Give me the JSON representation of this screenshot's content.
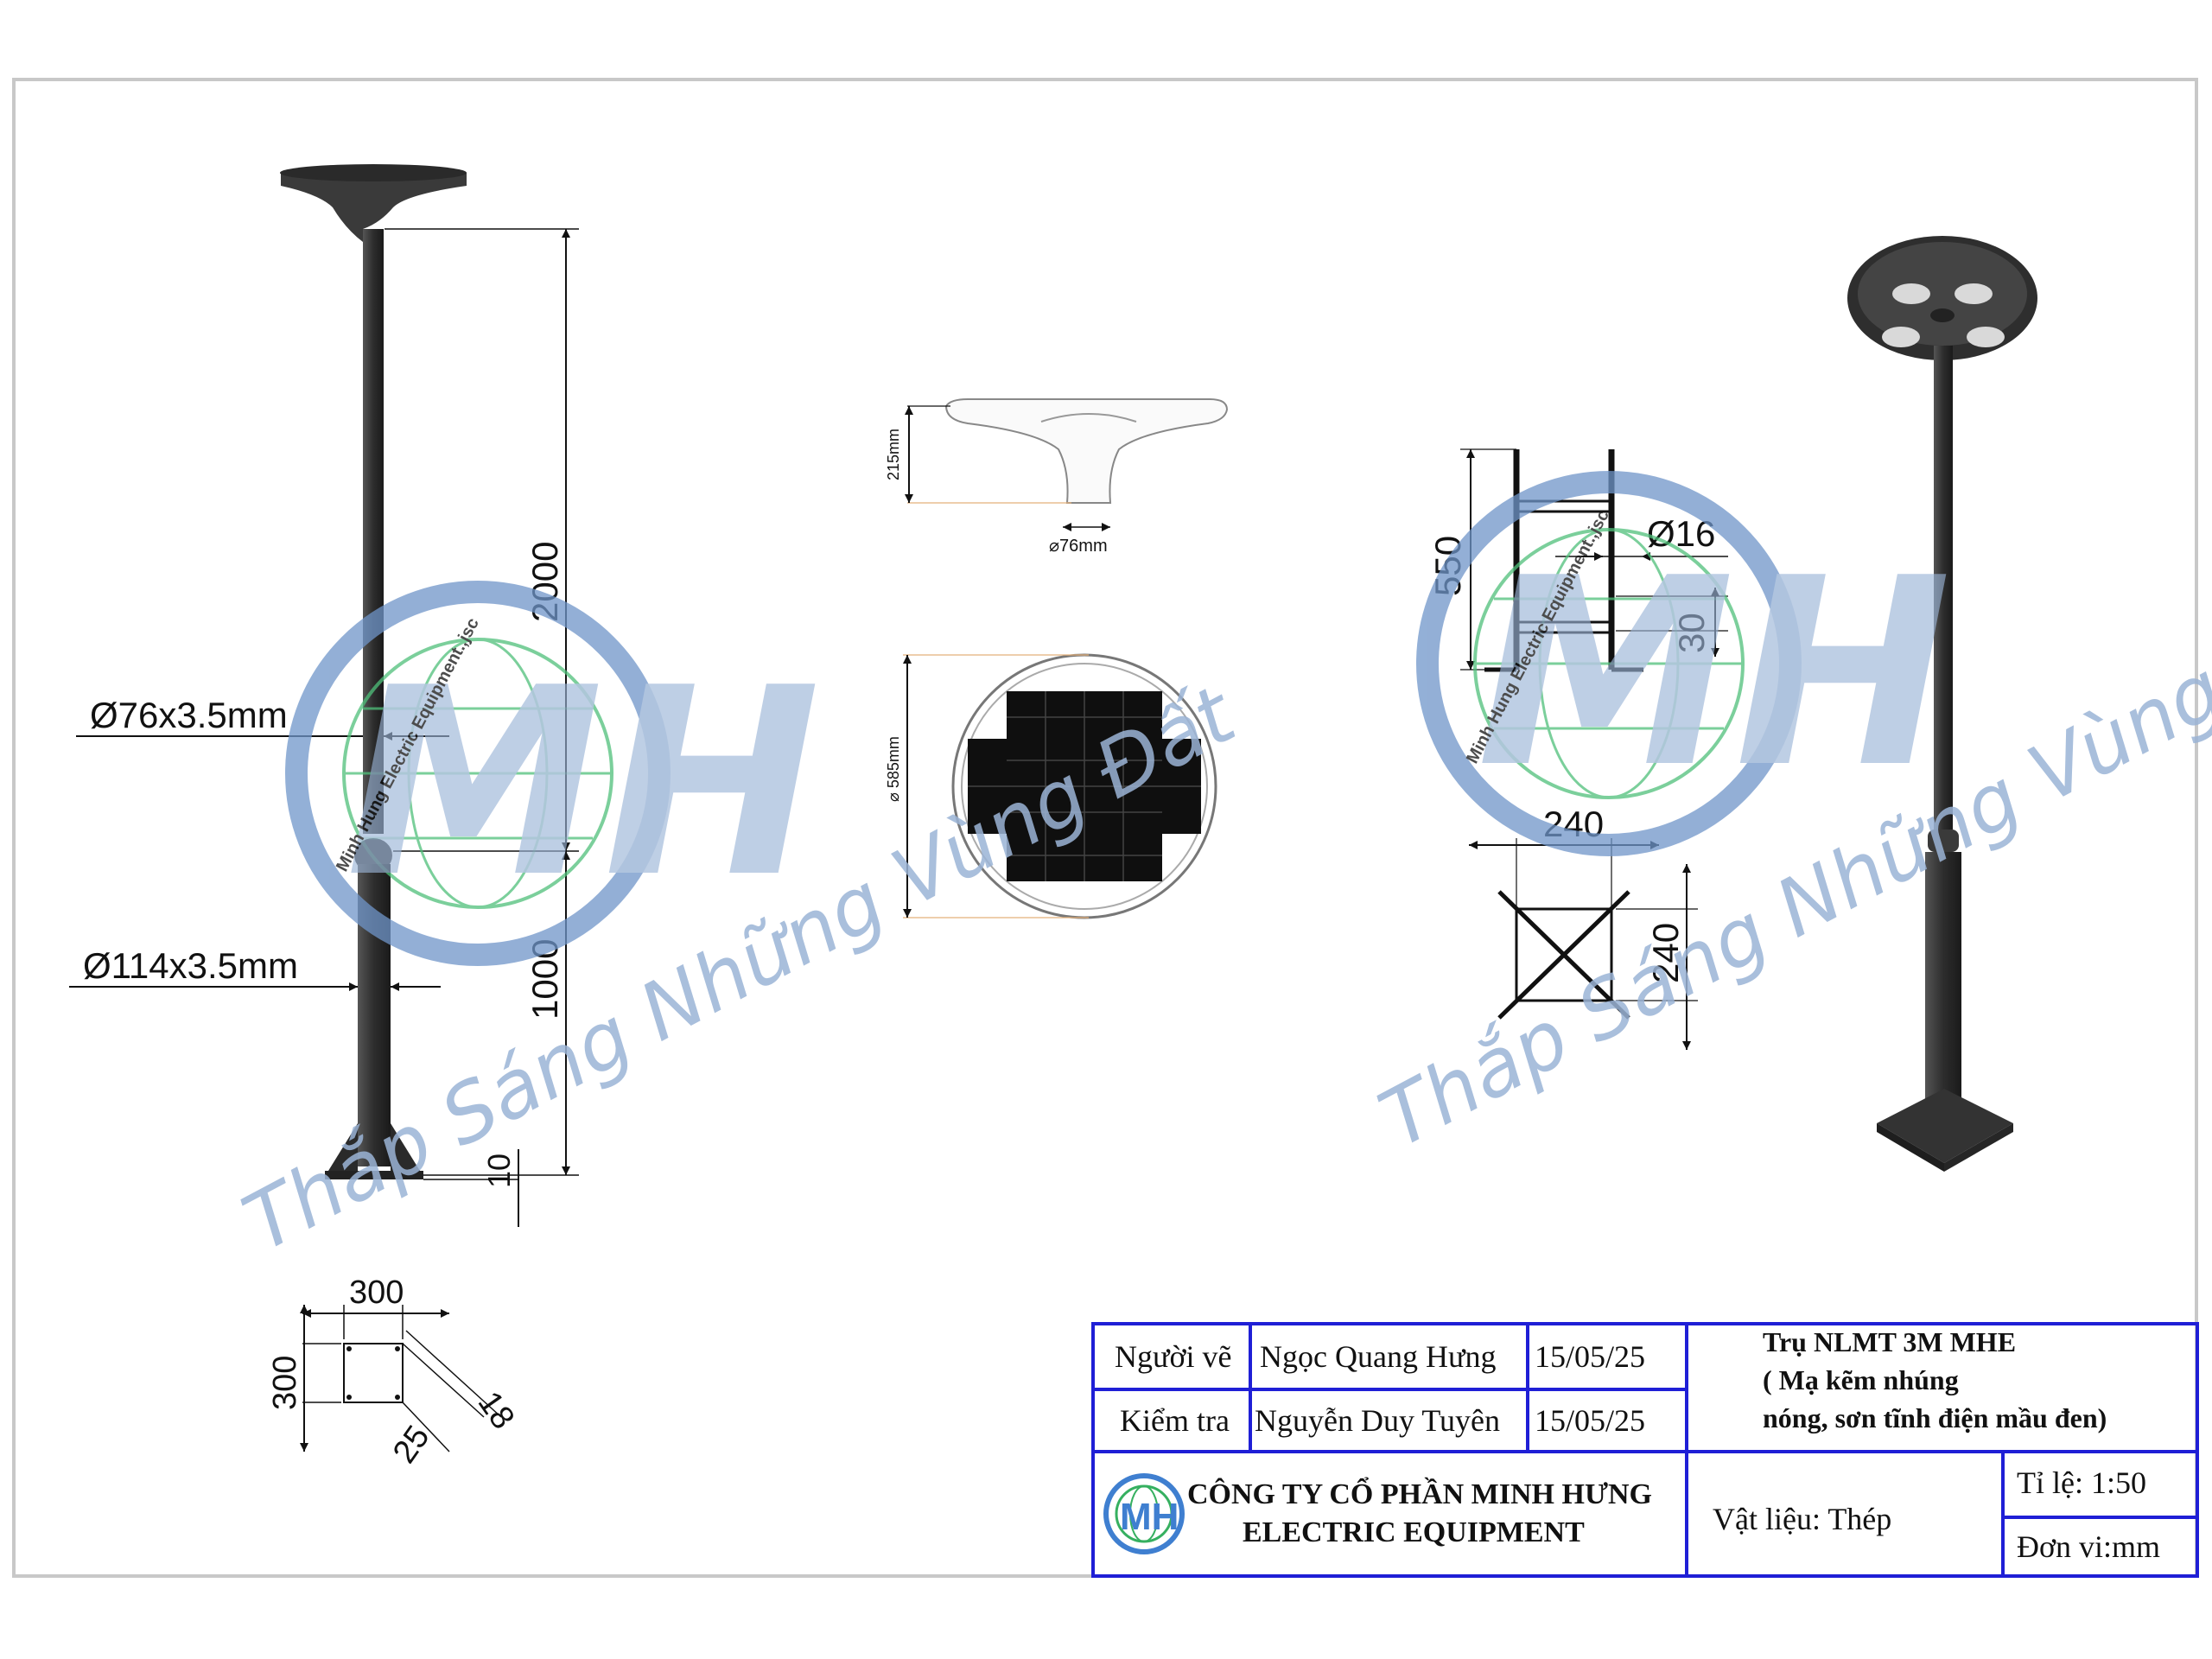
{
  "watermark": {
    "slogan": "Thắp Sáng Những Vùng Đất",
    "ring_text": "Minh Hung Electric Equipment.,jsc",
    "logo_letters": "MH"
  },
  "pole_front": {
    "upper_pipe": "Ø76x3.5mm",
    "lower_pipe": "Ø114x3.5mm",
    "upper_height": "2000",
    "lower_height": "1000",
    "base_thickness": "10"
  },
  "base_plate": {
    "width": "300",
    "depth": "300",
    "rib": "18",
    "rib_width": "25"
  },
  "lamp_head": {
    "height": "215mm",
    "neck_diameter": "⌀76mm",
    "panel_diameter": "⌀ 585mm"
  },
  "anchor_bolt": {
    "length": "550",
    "bolt_diameter": "Ø16",
    "thread": "30",
    "span_x": "240",
    "span_y": "240"
  },
  "title_block": {
    "drawer_label": "Người vẽ",
    "drawer_name": "Ngọc Quang Hưng",
    "drawer_date": "15/05/25",
    "checker_label": "Kiểm tra",
    "checker_name": "Nguyễn Duy Tuyên",
    "checker_date": "15/05/25",
    "title_line1": "Trụ NLMT 3M MHE",
    "title_line2": "( Mạ kẽm nhúng",
    "title_line3": "nóng, sơn tĩnh điện mầu đen)",
    "company_line1": "CÔNG TY CỔ PHẦN MINH HƯNG",
    "company_line2": "ELECTRIC EQUIPMENT",
    "material": "Vật liệu: Thép",
    "scale": "Tỉ lệ: 1:50",
    "unit": "Đơn vi:mm"
  },
  "colors": {
    "title_block_border": "#1f1fd6",
    "pole": "#3a3a3a",
    "watermark_blue": "#6f95c9",
    "watermark_green": "#4fc07a"
  }
}
